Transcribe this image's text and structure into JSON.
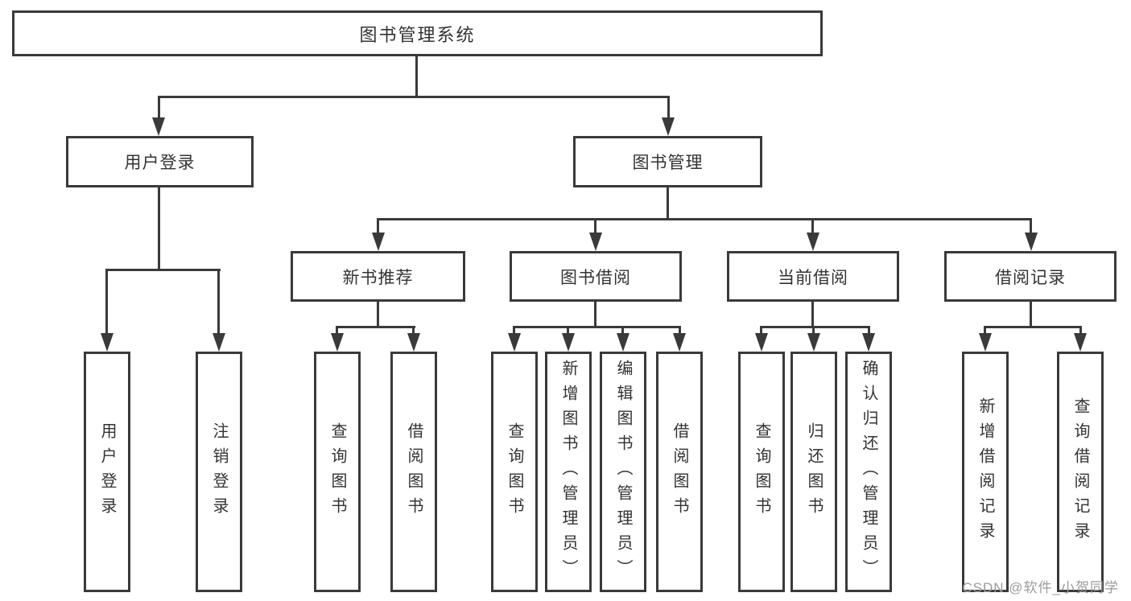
{
  "nodes": {
    "root": "图书管理系统",
    "user_login": "用户登录",
    "book_mgmt": "图书管理",
    "new_book": "新书推荐",
    "book_borrow": "图书借阅",
    "current_borrow": "当前借阅",
    "borrow_record": "借阅记录"
  },
  "leaves": {
    "user_login": [
      "用户登录",
      "注销登录"
    ],
    "new_book": [
      "查询图书",
      "借阅图书"
    ],
    "book_borrow": [
      "查询图书",
      "新增图书（管理员）",
      "编辑图书（管理员）",
      "借阅图书"
    ],
    "current_borrow": [
      "查询图书",
      "归还图书",
      "确认归还（管理员）"
    ],
    "borrow_record": [
      "新增借阅记录",
      "查询借阅记录"
    ]
  },
  "watermark": "CSDN @软件_小贺同学",
  "colors": {
    "line": "#3a3a3a",
    "text": "#333333",
    "watermark": "#9b9b9b"
  }
}
